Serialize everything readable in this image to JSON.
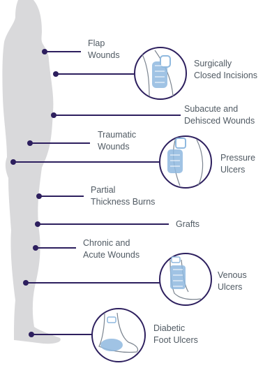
{
  "labels": {
    "flap_wounds": "Flap\nWounds",
    "surgically_closed_incisions": "Surgically\nClosed Incisions",
    "subacute_dehisced_wounds": "Subacute and\nDehisced Wounds",
    "traumatic_wounds": "Traumatic\nWounds",
    "pressure_ulcers": "Pressure\nUlcers",
    "partial_thickness_burns": "Partial\nThickness Burns",
    "grafts": "Grafts",
    "chronic_acute_wounds": "Chronic and\nAcute Wounds",
    "venous_ulcers": "Venous\nUlcers",
    "diabetic_foot_ulcers": "Diabetic\nFoot Ulcers"
  },
  "colors": {
    "figure": "#d9d9db",
    "marker": "#2d1f5e",
    "text": "#505a63",
    "circle_stroke": "#2d1f5e",
    "dressing": "#8fb9df",
    "sketch": "#7c8590"
  }
}
